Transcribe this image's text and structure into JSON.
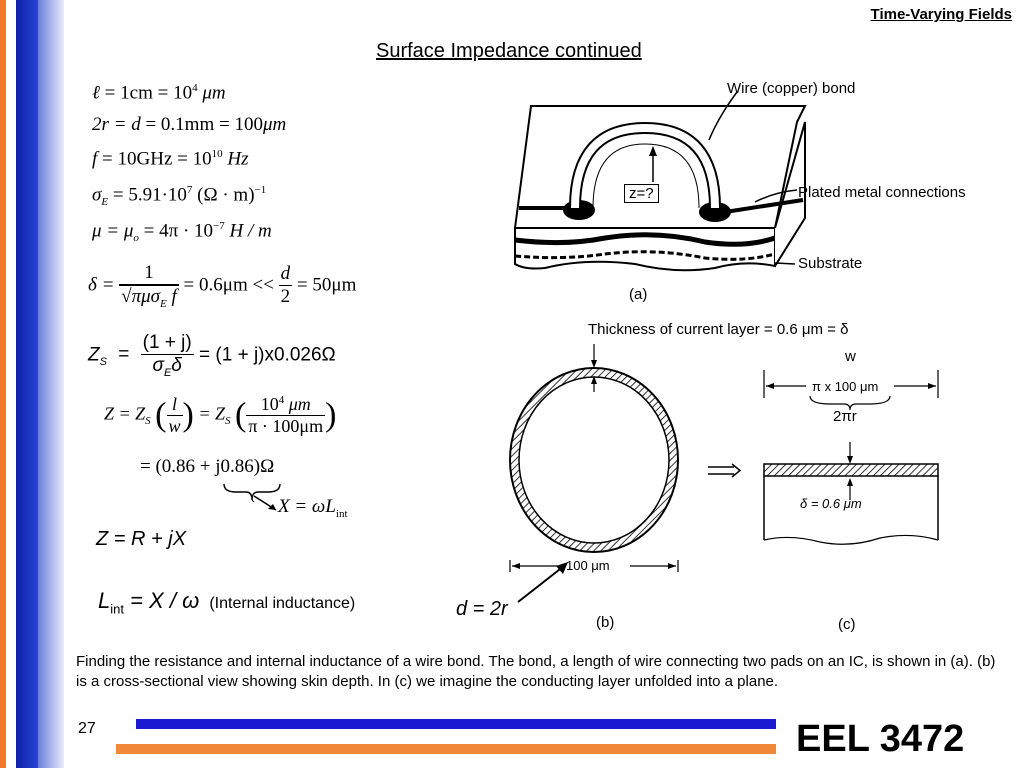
{
  "header": {
    "course_title": "Time-Varying Fields",
    "slide_title": "Surface Impedance continued"
  },
  "equations": {
    "length": {
      "lhs": "ℓ",
      "mid": "= 1cm = 10",
      "exp": "4",
      "unit": " μm"
    },
    "radius": {
      "lhs": "2r = d",
      "mid": "= 0.1mm = 100",
      "unit": "μm"
    },
    "freq": {
      "lhs": "f",
      "mid": "= 10GHz = 10",
      "exp": "10",
      "unit": " Hz"
    },
    "sigma": {
      "lhs": "σ",
      "sub": "E",
      "mid": "= 5.91·10",
      "exp": "7",
      "tail": " (Ω · m)",
      "exp2": "−1"
    },
    "mu": {
      "lhs": "μ = μ",
      "sub": "o",
      "mid": "= 4π · 10",
      "exp": "−7",
      "unit": " H / m"
    },
    "delta": {
      "lhs": "δ =",
      "num": "1",
      "den": "πμσ",
      "den_sub": "E",
      "den_tail": " f",
      "mid": "= 0.6μm <<",
      "num2": "d",
      "den2": "2",
      "rhs": "= 50μm"
    },
    "zs": {
      "lhs": "Z",
      "lhs_sub": "S",
      "eq": "=",
      "num": "(1 + j)",
      "den": "σ",
      "den_sub": "E",
      "den_tail": "δ",
      "rhs": "= (1 + j)x0.026Ω"
    },
    "z_full": {
      "lhs": "Z = Z",
      "sub": "S",
      "num1": "l",
      "den1": "w",
      "mid": "= Z",
      "sub2": "S",
      "num2": "10",
      "num2_exp": "4",
      "num2_tail": " μm",
      "den2": "π · 100μm"
    },
    "z_value": {
      "text": "= (0.86 + j0.86)Ω"
    },
    "x_def": {
      "lhs": "X = ωL",
      "sub": "int"
    },
    "z_rx": {
      "text": "Z = R + jX"
    },
    "l_int": {
      "lhs": "L",
      "sub": "int",
      "rhs": " = X / ω",
      "note": "(Internal inductance)"
    }
  },
  "figure": {
    "wire_label": "Wire (copper) bond",
    "plated_label": "Plated metal connections",
    "substrate_label": "Substrate",
    "z_box": "z=?",
    "caption_a": "(a)",
    "thickness_label": "Thickness of current layer = 0.6 μm = δ",
    "w_label": "w",
    "width_expr": "π x 100 μm",
    "two_pi_r": "2πr",
    "delta_small": "δ = 0.6 μm",
    "diameter": "100 μm",
    "d_eq": "d = 2r",
    "caption_b": "(b)",
    "caption_c": "(c)"
  },
  "description": "Finding the resistance and internal inductance of a wire bond. The bond, a length of wire connecting two pads on an IC, is shown in (a). (b) is a cross-sectional view showing skin depth. In (c) we imagine the conducting layer unfolded into a plane.",
  "footer": {
    "page_number": "27",
    "course_code": "EEL 3472"
  },
  "colors": {
    "left_bar_dark": "#1a2fbf",
    "left_bar_light": "#9aa8ee",
    "left_bar_orange": "#f07a2a",
    "footer_blue": "#1a1ad0",
    "footer_orange": "#f0883a"
  }
}
